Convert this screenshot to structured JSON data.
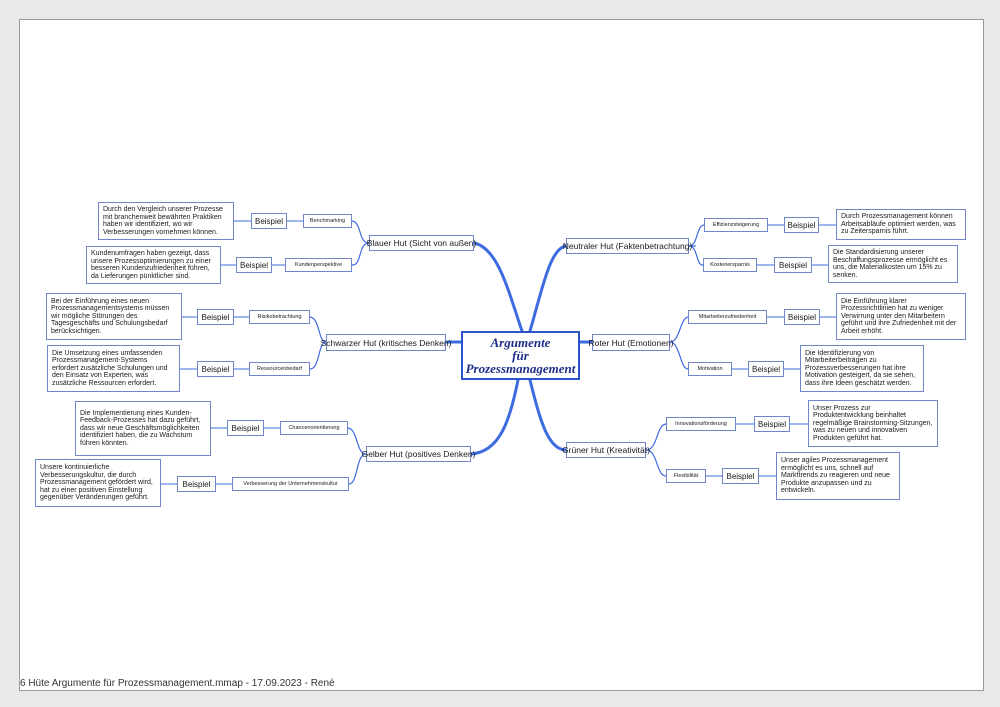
{
  "center": {
    "title": "Argumente für Prozessmanagement",
    "line1": "Argumente",
    "line2": "für",
    "line3": "Prozessmanagement"
  },
  "footer": "6 Hüte Argumente für Prozessmanagement.mmap - 17.09.2023 - René",
  "colors": {
    "line": "#3d6be0",
    "border": "#6f86c9",
    "center_border": "#2a54cc",
    "center_text": "#1d2f8a"
  },
  "hats": {
    "blau": {
      "label": "Blauer Hut (Sicht von außen)",
      "children": [
        {
          "label": "Benchmarking",
          "example": "Beispiel",
          "text": "Durch den Vergleich unserer Prozesse mit branchenweit bewährten Praktiken haben wir identifiziert, wo wir Verbesserungen vornehmen können."
        },
        {
          "label": "Kundenperspektive",
          "example": "Beispiel",
          "text": "Kundenumfragen haben gezeigt, dass unsere Prozessoptimierungen zu einer besseren Kundenzufriedenheit führen, da Lieferungen pünktlicher sind."
        }
      ]
    },
    "schwarz": {
      "label": "Schwarzer Hut (kritisches Denken)",
      "children": [
        {
          "label": "Risikobetrachtung",
          "example": "Beispiel",
          "text": "Bei der Einführung eines neuen Prozessmanagementsystems müssen wir mögliche Störungen des Tagesgeschäfts und Schulungsbedarf berücksichtigen."
        },
        {
          "label": "Ressourcenbedarf",
          "example": "Beispiel",
          "text": "Die Umsetzung eines umfassenden Prozessmanagement-Systems erfordert zusätzliche Schulungen und den Einsatz von Experten, was zusätzliche Ressourcen erfordert."
        }
      ]
    },
    "gelb": {
      "label": "Gelber Hut (positives Denken)",
      "children": [
        {
          "label": "Chancenorientierung",
          "example": "Beispiel",
          "text": "Die Implementierung eines Kunden-Feedback-Prozesses hat dazu geführt, dass wir neue Geschäftsmöglichkeiten identifiziert haben, die zu Wachstum führen könnten."
        },
        {
          "label": "Verbesserung der Unternehmenskultur",
          "example": "Beispiel",
          "text": "Unsere kontinuierliche Verbesserungskultur, die durch Prozessmanagement gefördert wird, hat zu einer positiven Einstellung gegenüber Veränderungen geführt."
        }
      ]
    },
    "neutral": {
      "label": "Neutraler Hut (Faktenbetrachtung)",
      "children": [
        {
          "label": "Effizienzsteigerung",
          "example": "Beispiel",
          "text": "Durch Prozessmanagement können Arbeitsabläufe optimiert werden, was zu Zeitersparnis führt."
        },
        {
          "label": "Kostenersparnis",
          "example": "Beispiel",
          "text": "Die Standardisierung unserer Beschaffungsprozesse ermöglicht es uns, die Materialkosten um 15% zu senken."
        }
      ]
    },
    "rot": {
      "label": "Roter Hut (Emotionen)",
      "children": [
        {
          "label": "Mitarbeiterzufriedenheit",
          "example": "Beispiel",
          "text": "Die Einführung klarer Prozessrichtlinien hat zu weniger Verwirrung unter den Mitarbeitern geführt und ihre Zufriedenheit mit der Arbeit erhöht."
        },
        {
          "label": "Motivation",
          "example": "Beispiel",
          "text": "Die Identifizierung von Mitarbeiterbeiträgen zu Prozessverbesserungen hat ihre Motivation gesteigert, da sie sehen, dass ihre Ideen geschätzt werden."
        }
      ]
    },
    "gruen": {
      "label": "Grüner Hut (Kreativität)",
      "children": [
        {
          "label": "Innovationsförderung",
          "example": "Beispiel",
          "text": "Unser Prozess zur Produktentwicklung beinhaltet regelmäßige Brainstorming-Sitzungen, was zu neuen und innovativen Produkten geführt hat."
        },
        {
          "label": "Flexibilität",
          "example": "Beispiel",
          "text": "Unser agiles Prozessmanagement ermöglicht es uns, schnell auf Markttrends zu reagieren und neue Produkte anzupassen und zu entwickeln."
        }
      ]
    }
  }
}
